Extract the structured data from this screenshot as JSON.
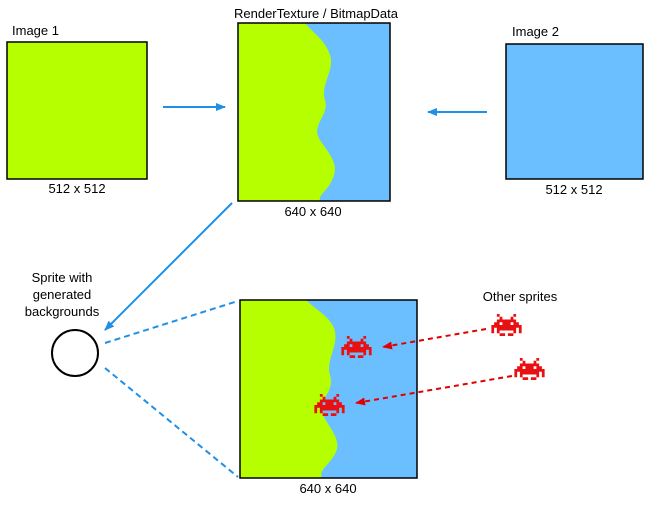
{
  "labels": {
    "image1_title": "Image 1",
    "image1_size": "512 x 512",
    "image2_title": "Image 2",
    "image2_size": "512 x 512",
    "render_title": "RenderTexture / BitmapData",
    "render_size": "640 x 640",
    "sprite_label": "Sprite with generated backgrounds",
    "composite_size": "640 x 640",
    "other_sprites": "Other sprites"
  },
  "colors": {
    "green": "#b6ff00",
    "blue": "#6bbfff",
    "arrow_blue": "#1e90e8",
    "arrow_red": "#e00000",
    "invader_red": "#e81010",
    "border": "#000000"
  },
  "icons": {
    "sprite": "circle-icon",
    "other_sprite": "space-invader-icon"
  }
}
